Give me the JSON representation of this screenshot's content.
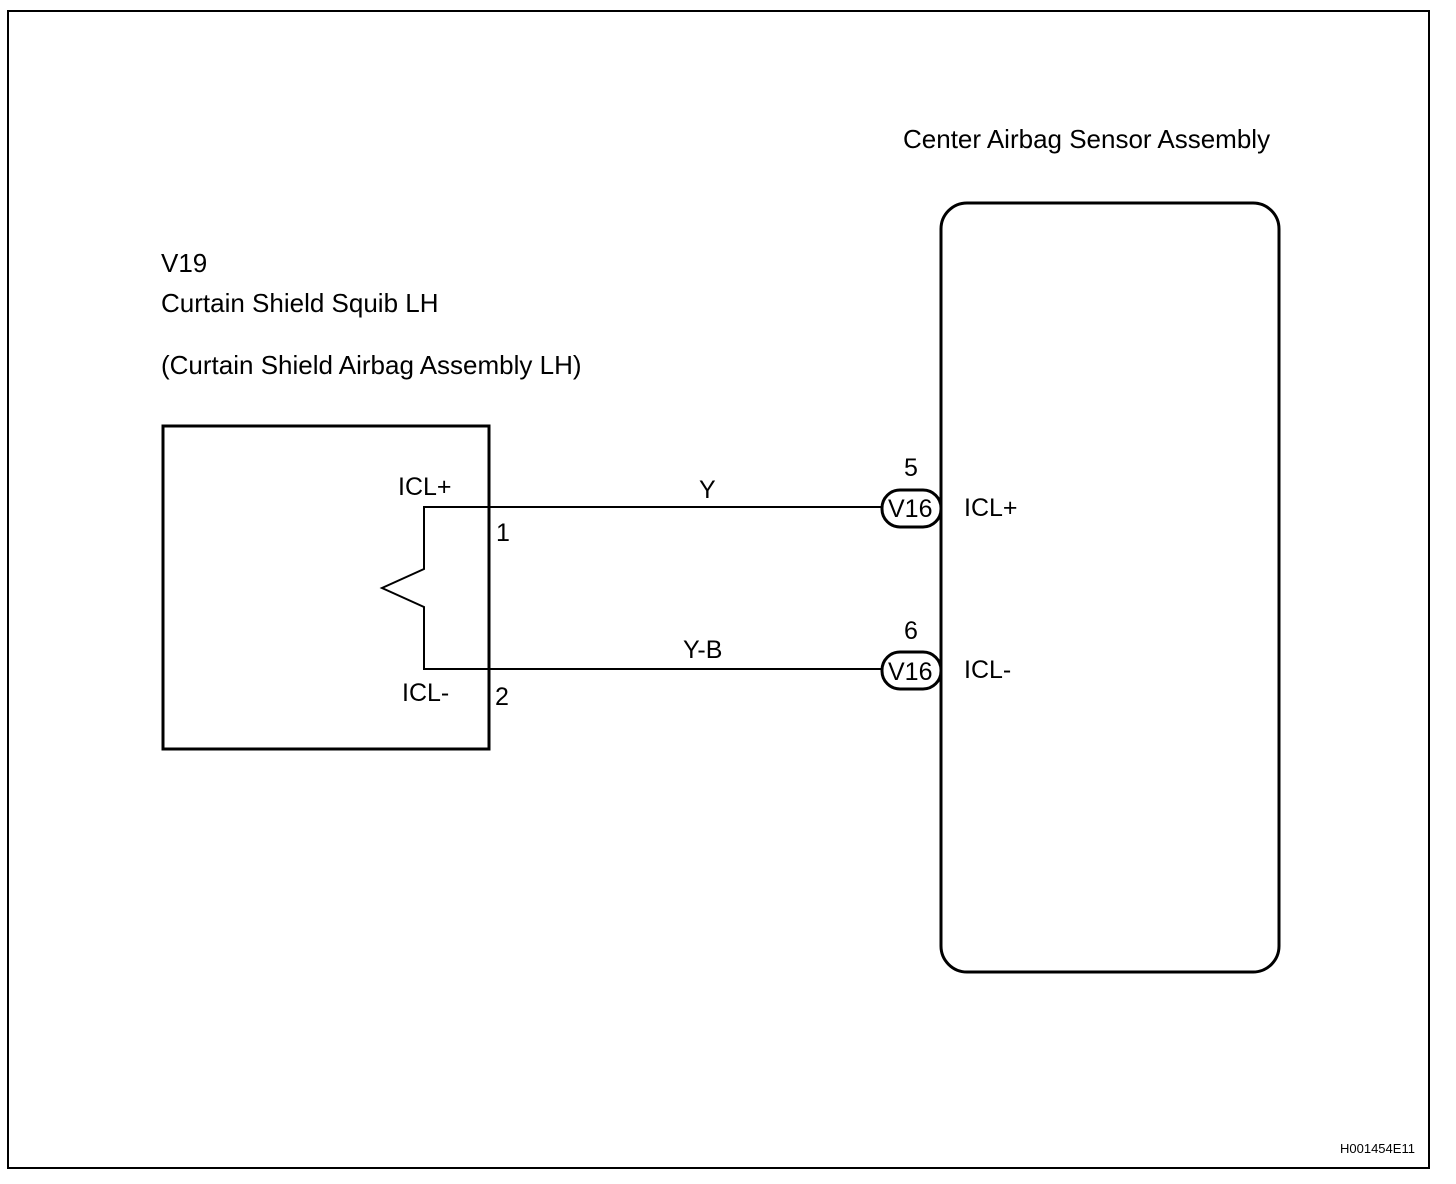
{
  "squib": {
    "code": "V19",
    "name": "Curtain Shield Squib LH",
    "assembly": "(Curtain Shield Airbag Assembly LH)",
    "pin_pos_label": "ICL+",
    "pin_neg_label": "ICL-",
    "pin_pos_number": "1",
    "pin_neg_number": "2"
  },
  "wires": {
    "positive_color": "Y",
    "negative_color": "Y-B"
  },
  "sensor": {
    "title": "Center Airbag Sensor Assembly",
    "pin_pos_number": "5",
    "pin_neg_number": "6",
    "connector_pos": "V16",
    "connector_neg": "V16",
    "pin_pos_label": "ICL+",
    "pin_neg_label": "ICL-"
  },
  "figure_code": "H001454E11"
}
